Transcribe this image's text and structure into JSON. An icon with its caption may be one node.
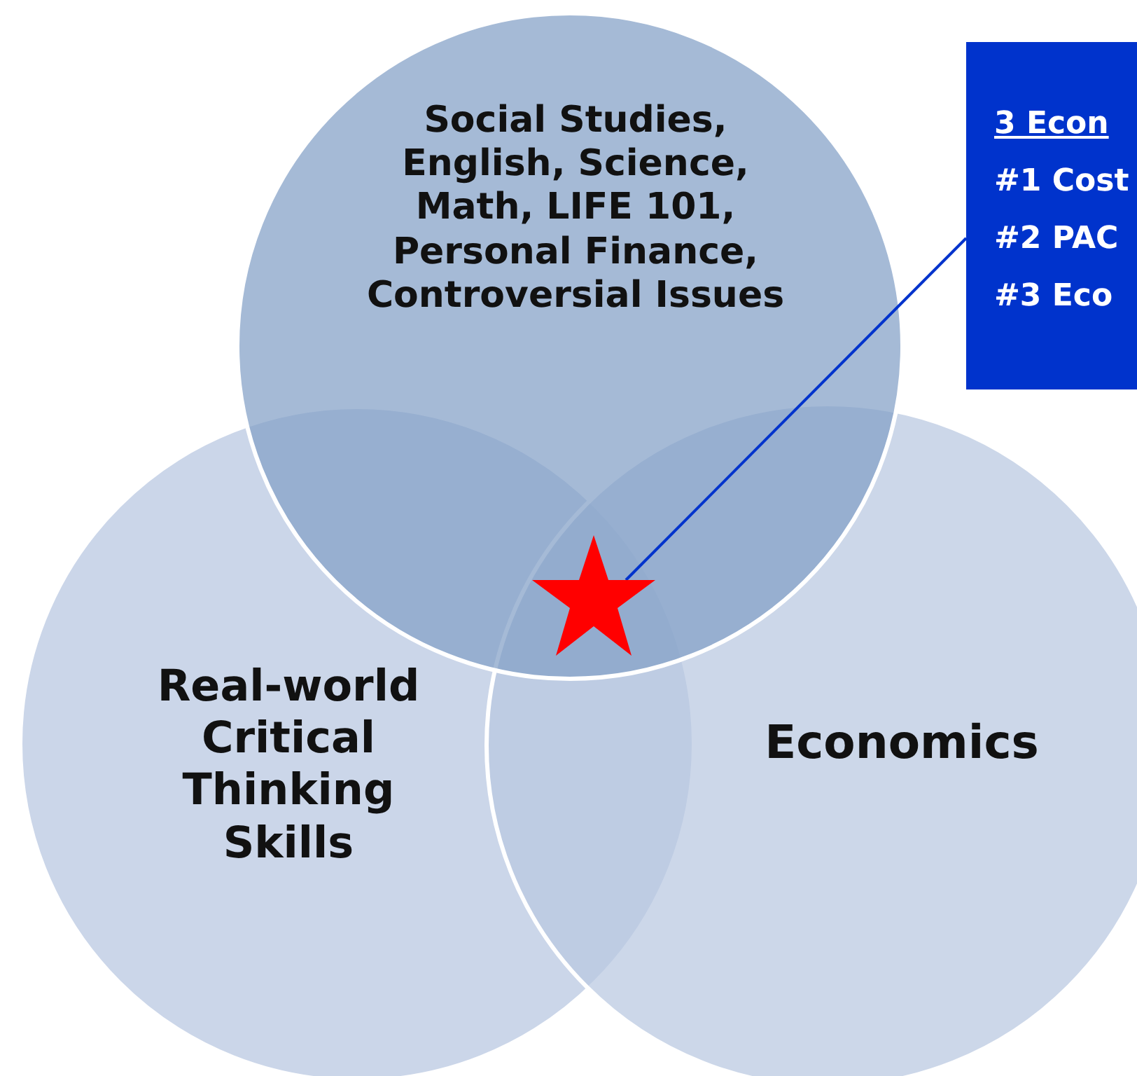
{
  "diagram": {
    "nodes": [
      {
        "text": [
          "3 Econ",
          "#1 Cost",
          "#2 PAC",
          "#3 Eco"
        ]
      },
      {
        "text": [],
        "shape": "star"
      },
      {
        "text": [
          "Social Studies, English, Science, Math, LIFE 101, Personal Finance, Controversial Issues"
        ]
      },
      {
        "text": [
          "Real-world Critical Thinking Skills"
        ]
      },
      {
        "text": [
          "Economics"
        ]
      }
    ],
    "edges": [
      {
        "from": 0,
        "to": 1,
        "arrow": "none",
        "color": "#0033cc"
      }
    ]
  }
}
